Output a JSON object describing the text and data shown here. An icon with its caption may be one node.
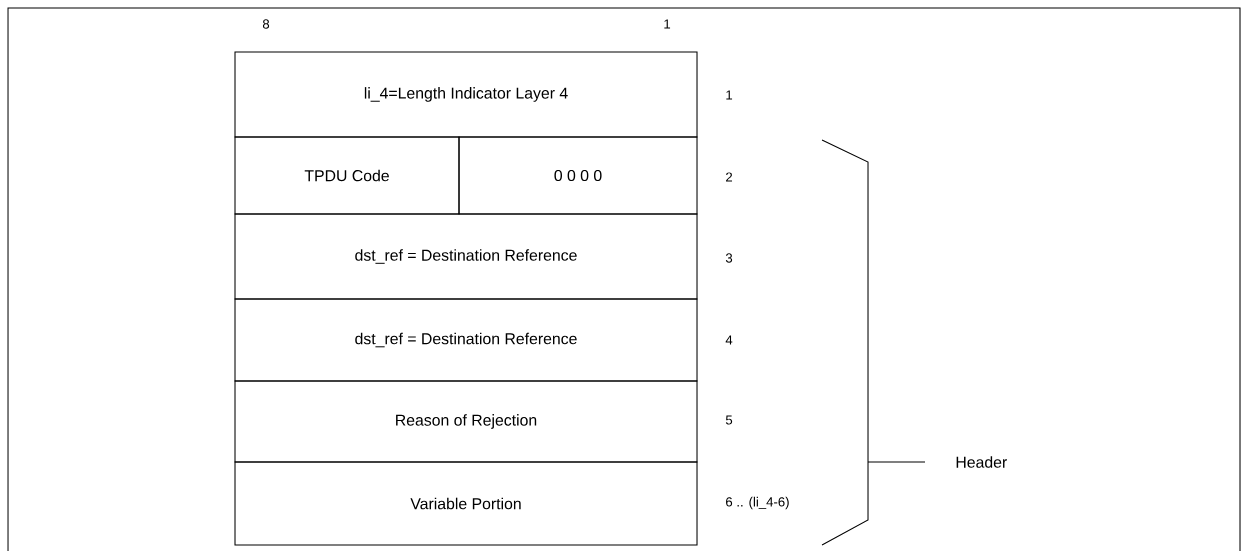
{
  "diagram": {
    "nodes": [
      {
        "text": [
          "li_4=Length Indicator Layer 4"
        ]
      },
      {
        "text": [
          "TPDU Code"
        ]
      },
      {
        "text": [
          "0 0 0 0"
        ]
      },
      {
        "text": [
          "dst_ref = Destination Reference"
        ]
      },
      {
        "text": [
          "dst_ref = Destination Reference"
        ]
      },
      {
        "text": [
          "Reason of Rejection"
        ]
      },
      {
        "text": [
          "Variable Portion"
        ]
      }
    ],
    "labels": [
      "8",
      "1",
      "1",
      "2",
      "3",
      "4",
      "5",
      "6 .. (li_4-6)",
      "Header"
    ]
  }
}
